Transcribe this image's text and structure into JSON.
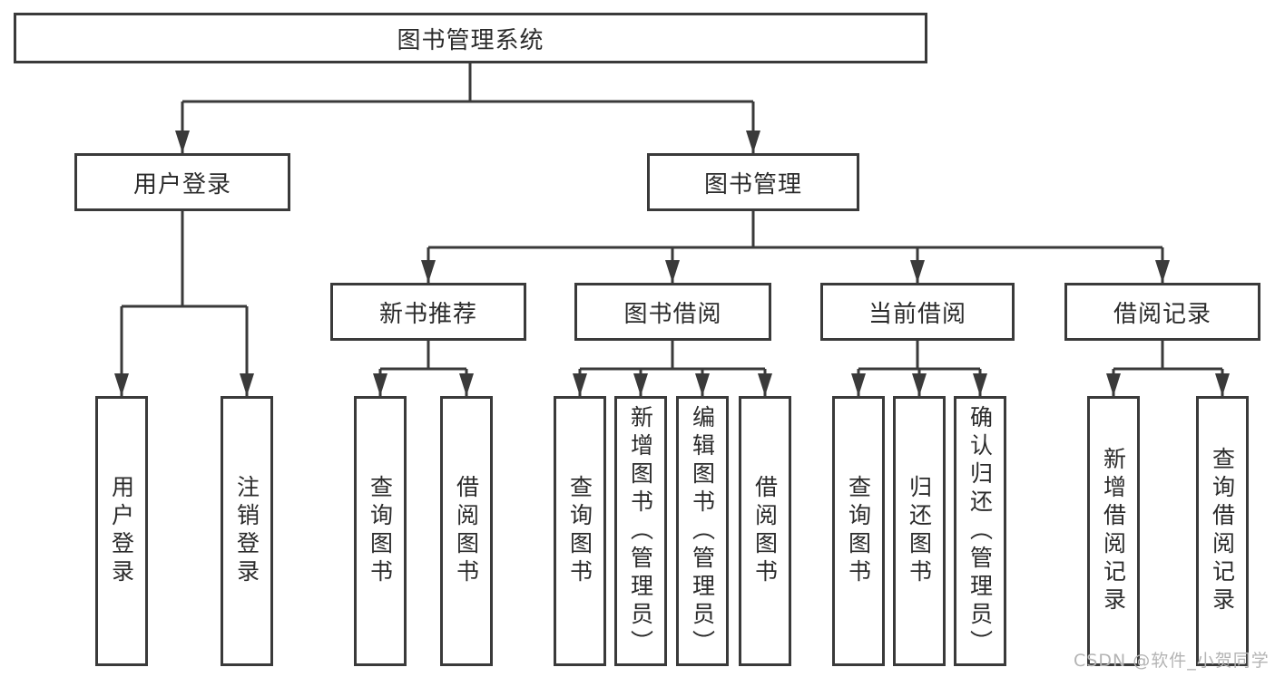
{
  "diagram": {
    "title": "图书管理系统",
    "tree": {
      "label": "图书管理系统",
      "children": [
        {
          "label": "用户登录",
          "children": [
            {
              "label": "用户登录"
            },
            {
              "label": "注销登录"
            }
          ]
        },
        {
          "label": "图书管理",
          "children": [
            {
              "label": "新书推荐",
              "children": [
                {
                  "label": "查询图书"
                },
                {
                  "label": "借阅图书"
                }
              ]
            },
            {
              "label": "图书借阅",
              "children": [
                {
                  "label": "查询图书"
                },
                {
                  "label": "新增图书（管理员）"
                },
                {
                  "label": "编辑图书（管理员）"
                },
                {
                  "label": "借阅图书"
                }
              ]
            },
            {
              "label": "当前借阅",
              "children": [
                {
                  "label": "查询图书"
                },
                {
                  "label": "归还图书"
                },
                {
                  "label": "确认归还（管理员）"
                }
              ]
            },
            {
              "label": "借阅记录",
              "children": [
                {
                  "label": "新增借阅记录"
                },
                {
                  "label": "查询借阅记录"
                }
              ]
            }
          ]
        }
      ]
    },
    "watermark": "CSDN @软件_小贺同学",
    "colors": {
      "line": "#3a3a3a",
      "text": "#2b2b2b",
      "background": "#ffffff",
      "watermark": "#b4b4b4"
    }
  }
}
